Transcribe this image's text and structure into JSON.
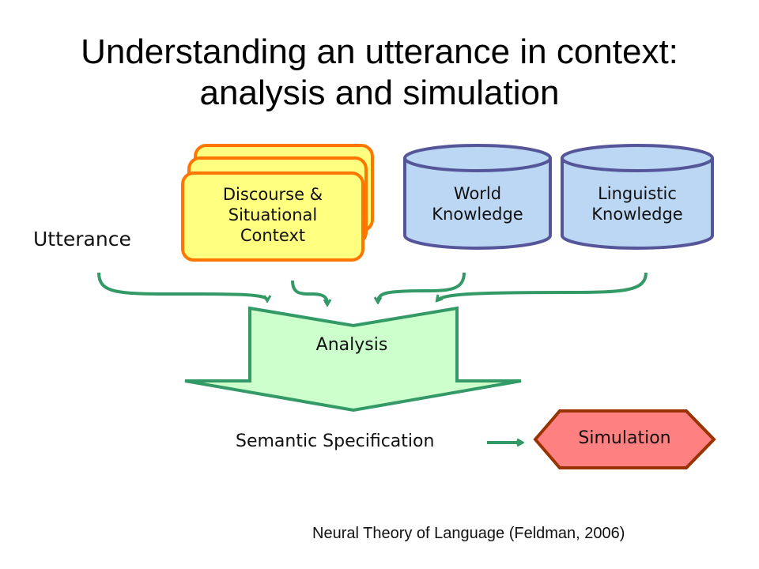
{
  "title": {
    "line1": "Understanding an utterance in context:",
    "line2": "analysis and simulation"
  },
  "inputs": {
    "utterance": "Utterance",
    "context": {
      "line1": "Discourse &",
      "line2": "Situational",
      "line3": "Context"
    },
    "world": {
      "line1": "World",
      "line2": "Knowledge"
    },
    "linguistic": {
      "line1": "Linguistic",
      "line2": "Knowledge"
    }
  },
  "process": {
    "analysis": "Analysis"
  },
  "outputs": {
    "semantic_spec": "Semantic Specification",
    "simulation": "Simulation"
  },
  "credit": "Neural Theory of Language (Feldman, 2006)",
  "colors": {
    "context_fill": "#ffff80",
    "context_stroke": "#ff7700",
    "cylinder_fill": "#bcd7f4",
    "cylinder_stroke": "#555599",
    "analysis_fill": "#ccffcc",
    "arrow": "#339966",
    "simulation_fill": "#ff8080",
    "simulation_stroke": "#993300"
  }
}
